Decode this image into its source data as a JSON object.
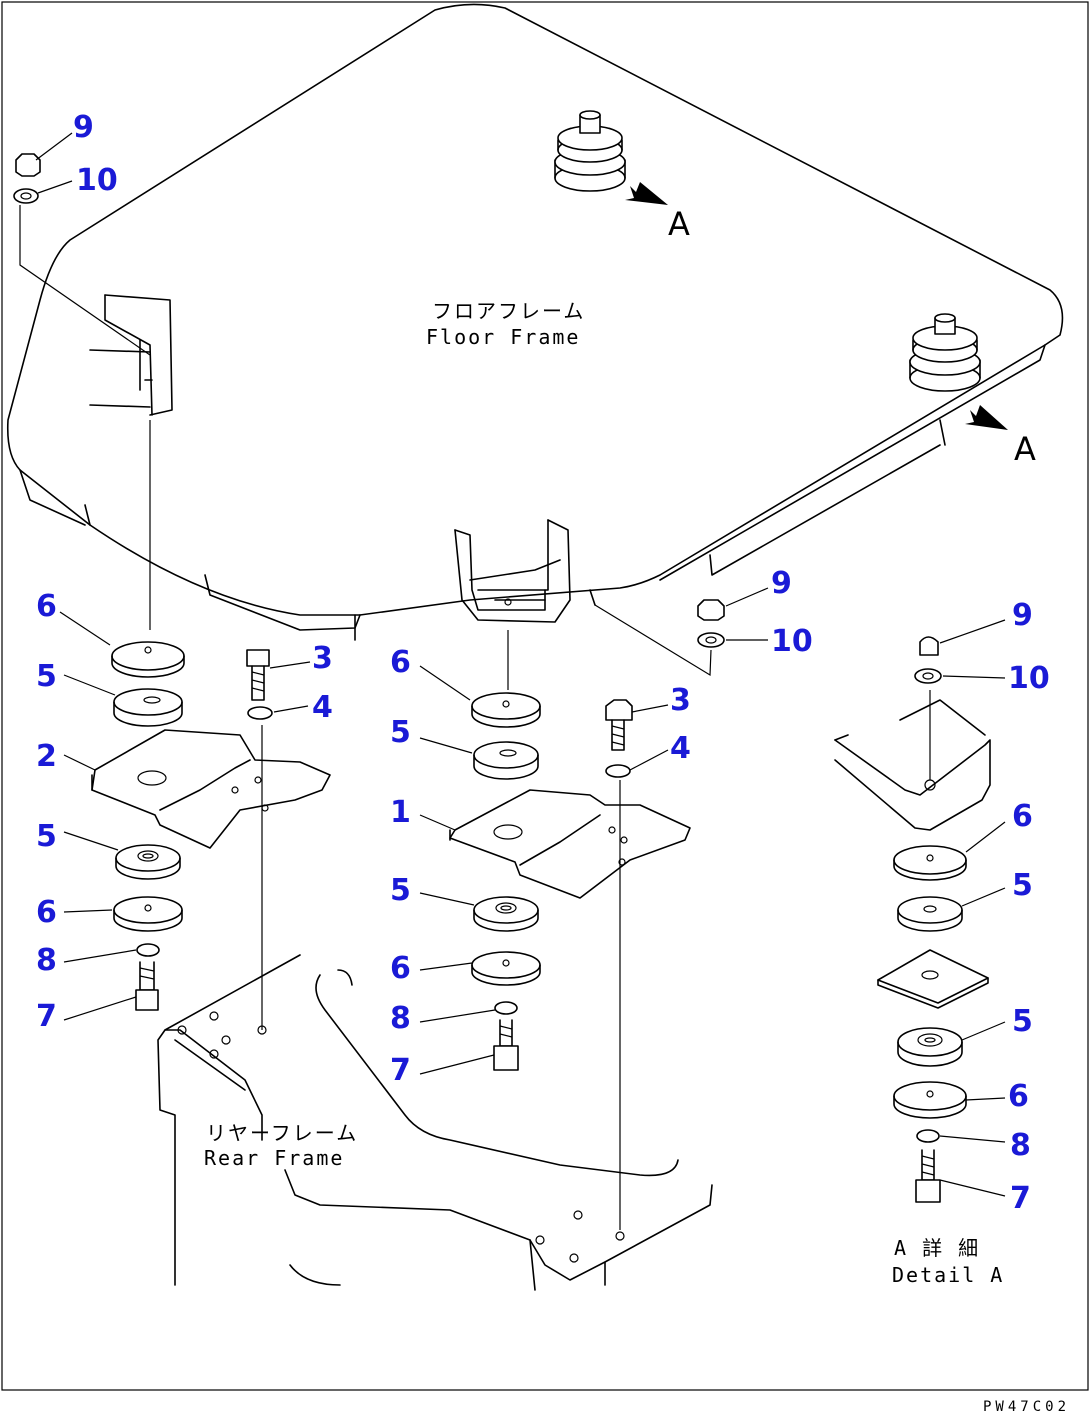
{
  "labels": {
    "floor_frame_jp": "フロアフレーム",
    "floor_frame_en": "Floor Frame",
    "rear_frame_jp": "リヤーフレーム",
    "rear_frame_en": "Rear Frame",
    "detail_jp": "A 詳 細",
    "detail_en": "Detail A",
    "view_marker": "A",
    "drawing_code": "PW47C02"
  },
  "part_numbers": {
    "p1": "1",
    "p2": "2",
    "p3": "3",
    "p4": "4",
    "p5": "5",
    "p6": "6",
    "p7": "7",
    "p8": "8",
    "p9": "9",
    "p10": "10"
  },
  "colors": {
    "callout": "#1a1ad6",
    "line": "#000000"
  }
}
